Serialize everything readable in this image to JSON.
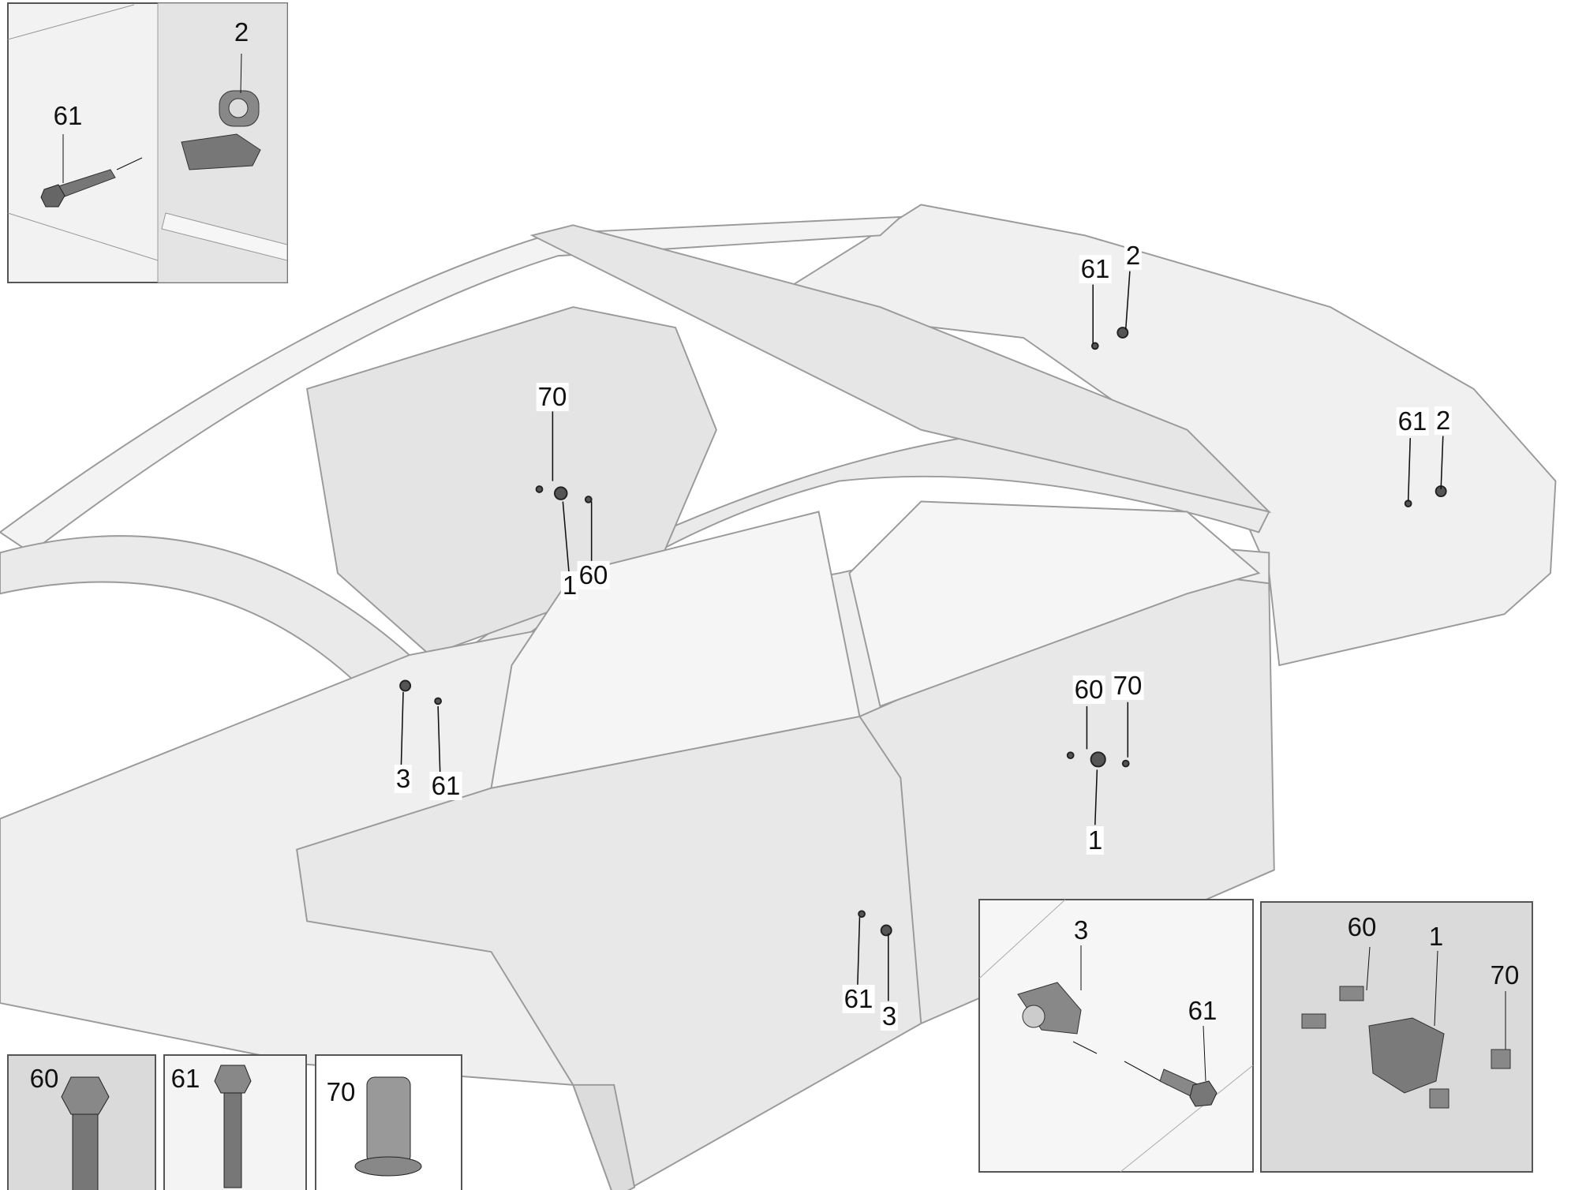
{
  "diagram": {
    "main_callouts": [
      {
        "id": "c1",
        "text": "61"
      },
      {
        "id": "c2",
        "text": "2"
      },
      {
        "id": "c3",
        "text": "70"
      },
      {
        "id": "c4",
        "text": "1"
      },
      {
        "id": "c5",
        "text": "60"
      },
      {
        "id": "c6",
        "text": "61"
      },
      {
        "id": "c7",
        "text": "2"
      },
      {
        "id": "c8",
        "text": "60"
      },
      {
        "id": "c9",
        "text": "70"
      },
      {
        "id": "c10",
        "text": "3"
      },
      {
        "id": "c11",
        "text": "61"
      },
      {
        "id": "c12",
        "text": "1"
      },
      {
        "id": "c13",
        "text": "61"
      },
      {
        "id": "c14",
        "text": "3"
      }
    ],
    "inset_rear_hinge": {
      "part_label": "2",
      "bolt_label": "61"
    },
    "inset_front_hinge": {
      "part_label": "3",
      "bolt_label": "61"
    },
    "inset_lock": {
      "screw_label": "60",
      "part_label": "1",
      "nut_label": "70"
    },
    "fastener_swatches": [
      {
        "label": "60"
      },
      {
        "label": "61"
      },
      {
        "label": "70"
      }
    ]
  }
}
